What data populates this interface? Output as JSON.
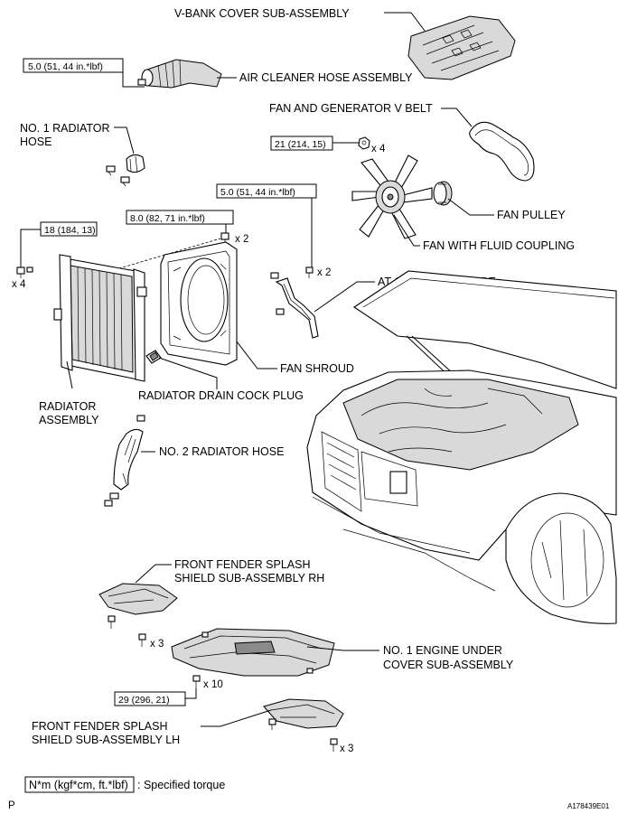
{
  "labels": {
    "vbank_cover": "V-BANK COVER SUB-ASSEMBLY",
    "air_cleaner_hose": "AIR CLEANER HOSE ASSEMBLY",
    "no1_radiator_hose_l1": "NO. 1 RADIATOR",
    "no1_radiator_hose_l2": "HOSE",
    "fan_generator_belt": "FAN AND GENERATOR V BELT",
    "fan_pulley": "FAN PULLEY",
    "fan_fluid_coupling": "FAN WITH FLUID COUPLING",
    "at_oil_cooler_tube": "AT OIL COOLER TUBE",
    "fan_shroud": "FAN SHROUD",
    "radiator_assembly_l1": "RADIATOR",
    "radiator_assembly_l2": "ASSEMBLY",
    "radiator_drain_cock_plug": "RADIATOR DRAIN COCK PLUG",
    "no2_radiator_hose": "NO. 2 RADIATOR HOSE",
    "fender_splash_rh_l1": "FRONT FENDER SPLASH",
    "fender_splash_rh_l2": "SHIELD SUB-ASSEMBLY RH",
    "engine_under_cover_l1": "NO. 1 ENGINE UNDER",
    "engine_under_cover_l2": "COVER SUB-ASSEMBLY",
    "fender_splash_lh_l1": "FRONT FENDER SPLASH",
    "fender_splash_lh_l2": "SHIELD SUB-ASSEMBLY LH"
  },
  "torques": {
    "air_cleaner_hose": "5.0 (51, 44 in.*lbf)",
    "fan_coupling_nut": "21 (214, 15)",
    "oil_cooler_bolt": "5.0 (51, 44 in.*lbf)",
    "fan_shroud_bolt": "8.0 (82, 71 in.*lbf)",
    "radiator_bolt": "18 (184, 13)",
    "under_cover_bolt": "29 (296, 21)"
  },
  "quantities": {
    "fan_nut": "x 4",
    "fan_shroud_bolt": "x 2",
    "oil_cooler_bolt": "x 2",
    "radiator_bolt": "x 4",
    "splash_rh_bolt": "x 3",
    "under_cover_bolt": "x 10",
    "splash_lh_bolt": "x 3"
  },
  "legend": {
    "unit": "N*m (kgf*cm, ft.*lbf)",
    "description": ": Specified torque"
  },
  "footer": {
    "page_letter": "P",
    "figure_id": "A178439E01"
  }
}
